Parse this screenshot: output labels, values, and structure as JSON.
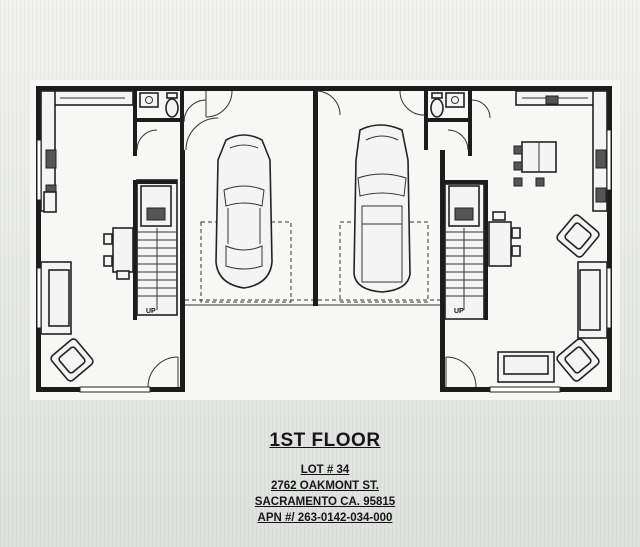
{
  "plan": {
    "floor_title": "1ST FLOOR",
    "lot": "LOT # 34",
    "address": "2762 OAKMONT ST.",
    "city": "SACRAMENTO CA. 95815",
    "apn": "APN #/ 263-0142-034-000",
    "stair_label": "UP"
  },
  "colors": {
    "wall": "#1c1c1c",
    "paper": "#eceeec"
  }
}
